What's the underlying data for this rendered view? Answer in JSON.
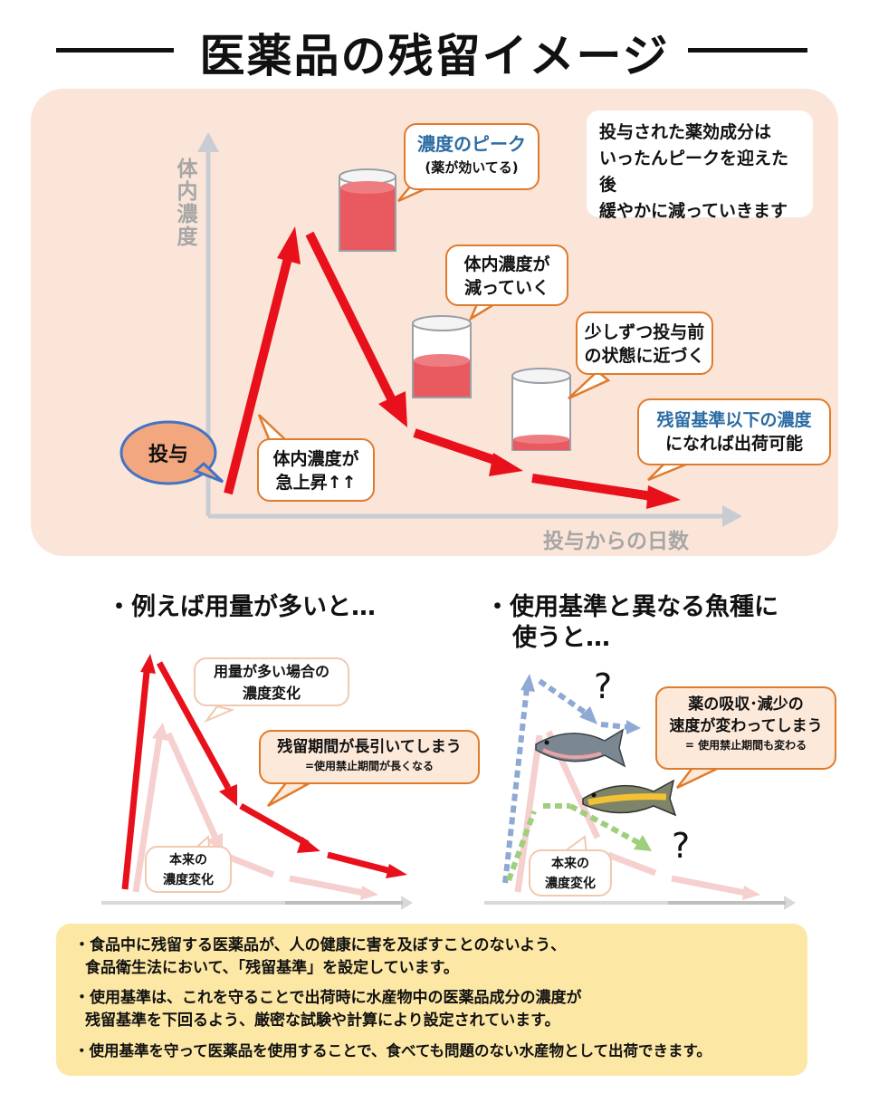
{
  "title": "医薬品の残留イメージ",
  "top_diagram": {
    "y_axis_label": "体内濃度",
    "x_axis_label": "投与からの日数",
    "dose_label": "投与",
    "peak_bubble": {
      "line1": "濃度のピーク",
      "line2": "(薬が効いてる)"
    },
    "rise_bubble": {
      "line1": "体内濃度が",
      "line2": "急上昇↑↑"
    },
    "decrease_bubble": {
      "line1": "体内濃度が",
      "line2": "減っていく"
    },
    "approach_bubble": {
      "line1": "少しずつ投与前",
      "line2": "の状態に近づく"
    },
    "below_bubble": {
      "line1": "残留基準以下の濃度",
      "line2": "になれば出荷可能"
    },
    "note": {
      "line1": "投与された薬効成分は",
      "line2": "いったんピークを迎えた後",
      "line3": "緩やかに減っていきます"
    },
    "cup_levels": [
      0.85,
      0.45,
      0.12
    ],
    "colors": {
      "arrow": "#e8111b",
      "liquid": "#e85a5f",
      "axis": "#c8ccd3",
      "bubble_border": "#e07b2c",
      "dose_fill": "#f2a77e",
      "dose_border": "#4472c4"
    }
  },
  "left_example": {
    "heading": "・例えば用量が多いと…",
    "bubble_top": {
      "line1": "用量が多い場合の",
      "line2": "濃度変化"
    },
    "bubble_mid": {
      "line1": "残留期間が長引いてしまう",
      "line2": "=使用禁止期間が長くなる"
    },
    "bubble_low": {
      "line1": "本来の",
      "line2": "濃度変化"
    }
  },
  "right_example": {
    "heading_line1": "・使用基準と異なる魚種に",
    "heading_line2": "使うと…",
    "question_mark": "?",
    "bubble_top": {
      "line1": "薬の吸収･減少の",
      "line2": "速度が変わってしまう",
      "line3": "= 使用禁止期間も変わる"
    },
    "bubble_low": {
      "line1": "本来の",
      "line2": "濃度変化"
    }
  },
  "footer": {
    "item1_line1": "・食品中に残留する医薬品が、人の健康に害を及ぼすことのないよう、",
    "item1_line2": "食品衛生法において、「残留基準」を設定しています。",
    "item2_line1": "・使用基準は、これを守ることで出荷時に水産物中の医薬品成分の濃度が",
    "item2_line2": "残留基準を下回るよう、厳密な試験や計算により設定されています。",
    "item3": "・使用基準を守って医薬品を使用することで、食べても問題のない水産物として出荷できます。"
  }
}
